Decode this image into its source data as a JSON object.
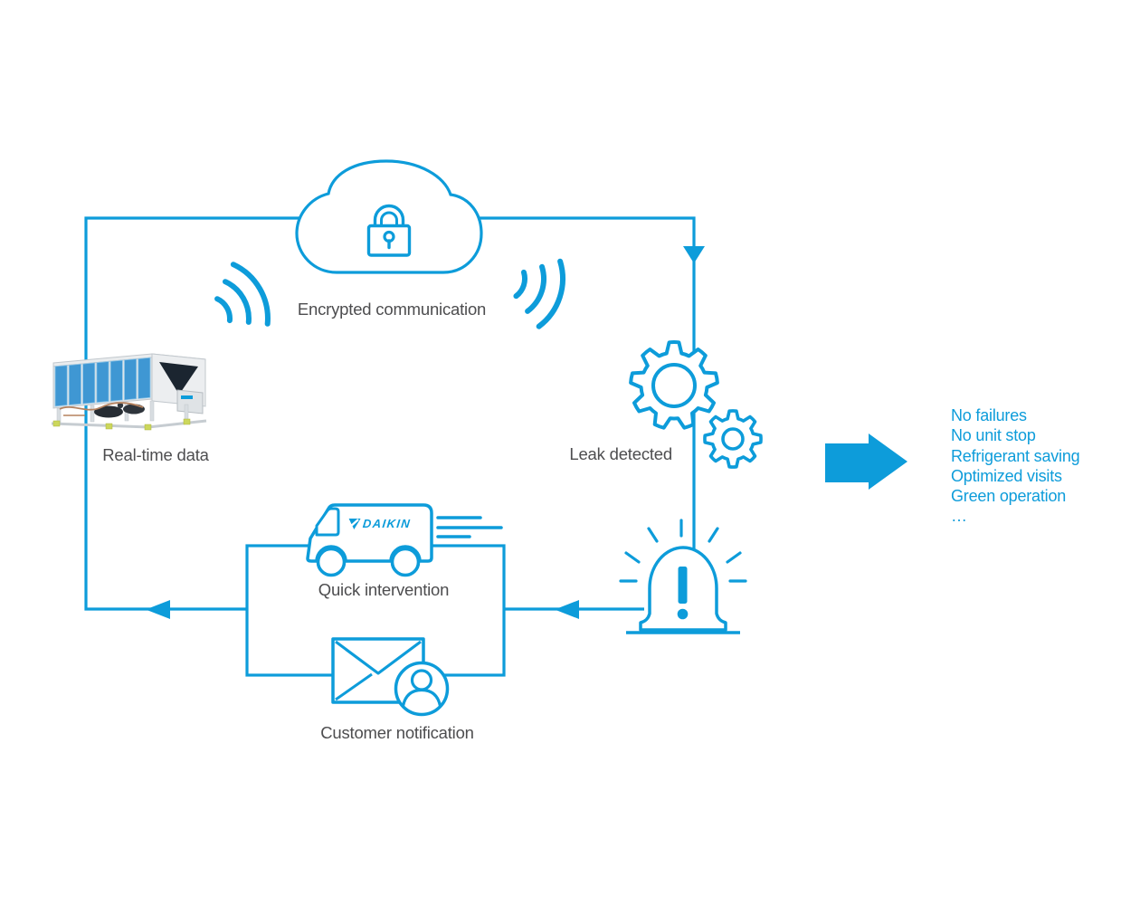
{
  "diagram": {
    "nodes": {
      "encrypted_label": "Encrypted communication",
      "realtime_label": "Real-time data",
      "leak_label": "Leak detected",
      "quick_label": "Quick intervention",
      "customer_label": "Customer notification"
    },
    "van_logo_text": "DAIKIN",
    "benefits": [
      "No failures",
      "No unit stop",
      "Refrigerant saving",
      "Optimized visits",
      "Green operation",
      "…"
    ],
    "colors": {
      "accent_blue": "#0d9cda",
      "label_gray": "#4d4d4f"
    }
  }
}
